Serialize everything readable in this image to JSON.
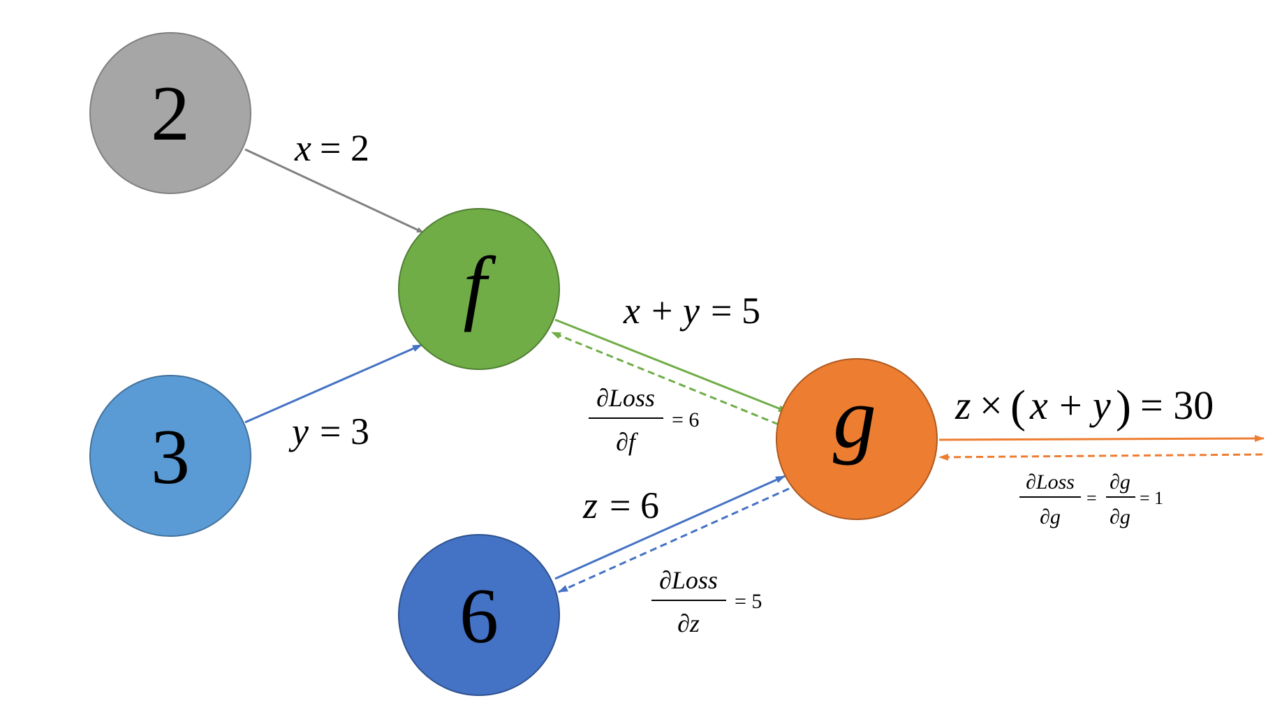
{
  "nodes": {
    "x_node": {
      "label": "2",
      "color": "#a6a6a6",
      "stroke": "#7f7f7f"
    },
    "y_node": {
      "label": "3",
      "color": "#5b9bd5",
      "stroke": "#41719c"
    },
    "f_node": {
      "label": "f",
      "color": "#70ad47",
      "stroke": "#507e32"
    },
    "g_node": {
      "label": "g",
      "color": "#ed7d31",
      "stroke": "#ae5a21"
    },
    "z_node": {
      "label": "6",
      "color": "#4472c4",
      "stroke": "#2f528f"
    }
  },
  "edge_colors": {
    "x_edge": "#808080",
    "y_edge": "#4472c4",
    "f_edge": "#70ad47",
    "z_edge": "#4472c4",
    "out_edge": "#ed7d31"
  },
  "labels": {
    "x_var": "x",
    "x_eq": "= 2",
    "y_var": "y",
    "y_eq": "= 3",
    "sum_x": "x",
    "sum_plus": "+",
    "sum_y": "y",
    "sum_eq": "= 5",
    "z_var": "z",
    "z_eq": "= 6",
    "out_z": "z",
    "out_times": "×",
    "out_open": "(",
    "out_x": "x",
    "out_plus": "+",
    "out_y": "y",
    "out_close": ")",
    "out_eq": "= 30"
  },
  "gradients": {
    "df": {
      "num": "∂Loss",
      "den": "∂f",
      "eq": "= 6"
    },
    "dz": {
      "num": "∂Loss",
      "den": "∂z",
      "eq": "= 5"
    },
    "dg": {
      "num": "∂Loss",
      "den": "∂g",
      "eq1": "=",
      "num2": "∂g",
      "den2": "∂g",
      "eq2": "= 1"
    }
  }
}
